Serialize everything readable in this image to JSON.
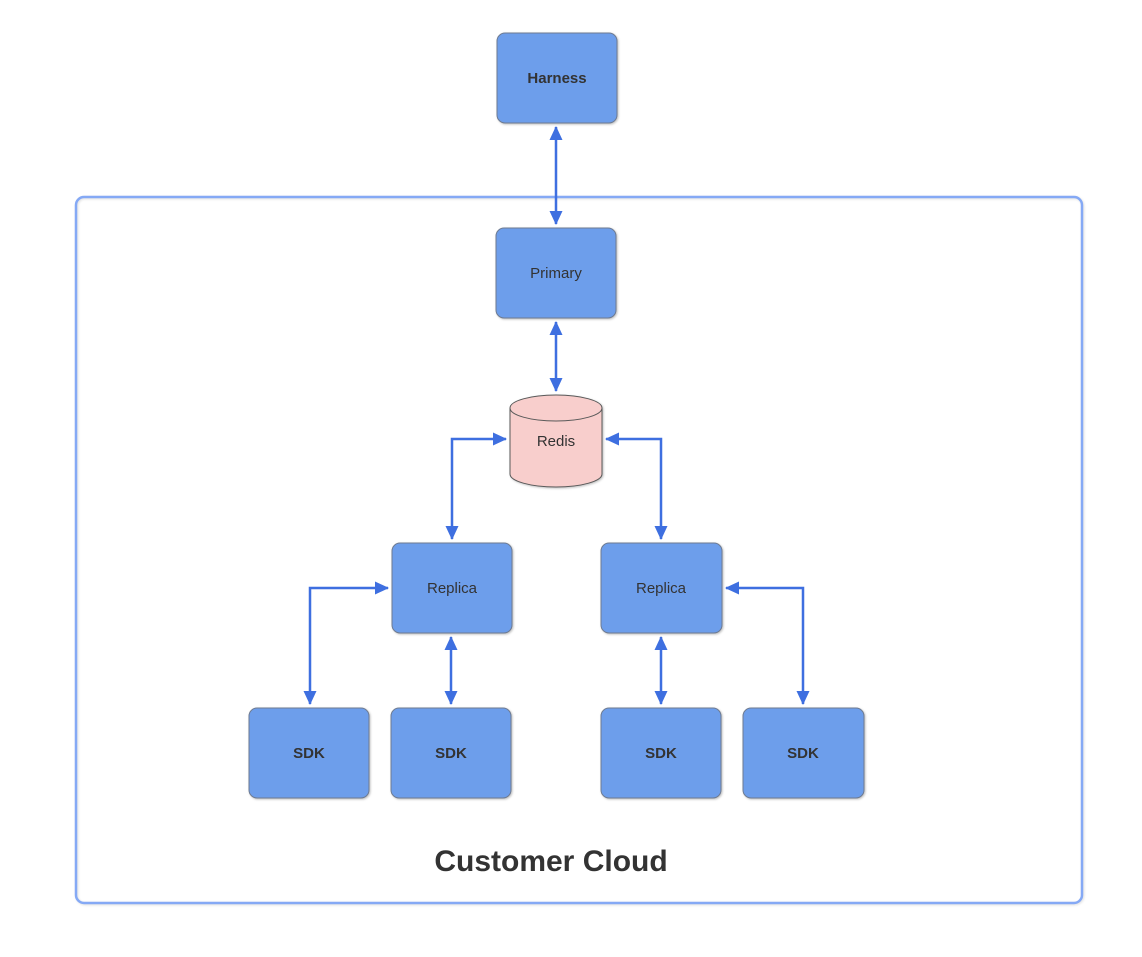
{
  "diagram": {
    "container": {
      "label": "Customer Cloud"
    },
    "nodes": {
      "harness": {
        "label": "Harness"
      },
      "primary": {
        "label": "Primary"
      },
      "redis": {
        "label": "Redis"
      },
      "replica_left": {
        "label": "Replica"
      },
      "replica_right": {
        "label": "Replica"
      },
      "sdk_1": {
        "label": "SDK"
      },
      "sdk_2": {
        "label": "SDK"
      },
      "sdk_3": {
        "label": "SDK"
      },
      "sdk_4": {
        "label": "SDK"
      }
    },
    "connections": [
      {
        "from": "Harness",
        "to": "Primary",
        "style": "double-arrow"
      },
      {
        "from": "Primary",
        "to": "Redis",
        "style": "double-arrow"
      },
      {
        "from": "Replica-left",
        "to": "Redis",
        "style": "double-arrow-elbow"
      },
      {
        "from": "Replica-right",
        "to": "Redis",
        "style": "double-arrow-elbow"
      },
      {
        "from": "SDK-1",
        "to": "Replica-left",
        "style": "double-arrow-elbow"
      },
      {
        "from": "SDK-2",
        "to": "Replica-left",
        "style": "double-arrow"
      },
      {
        "from": "SDK-3",
        "to": "Replica-right",
        "style": "double-arrow"
      },
      {
        "from": "SDK-4",
        "to": "Replica-right",
        "style": "double-arrow-elbow"
      }
    ],
    "colors": {
      "node_fill": "#6d9eeb",
      "node_stroke": "#6e7b91",
      "redis_fill": "#f8cecc",
      "redis_stroke": "#595959",
      "arrow": "#3e6fe0",
      "container_border": "#85a9f5",
      "text": "#333333",
      "background": "#ffffff"
    }
  }
}
